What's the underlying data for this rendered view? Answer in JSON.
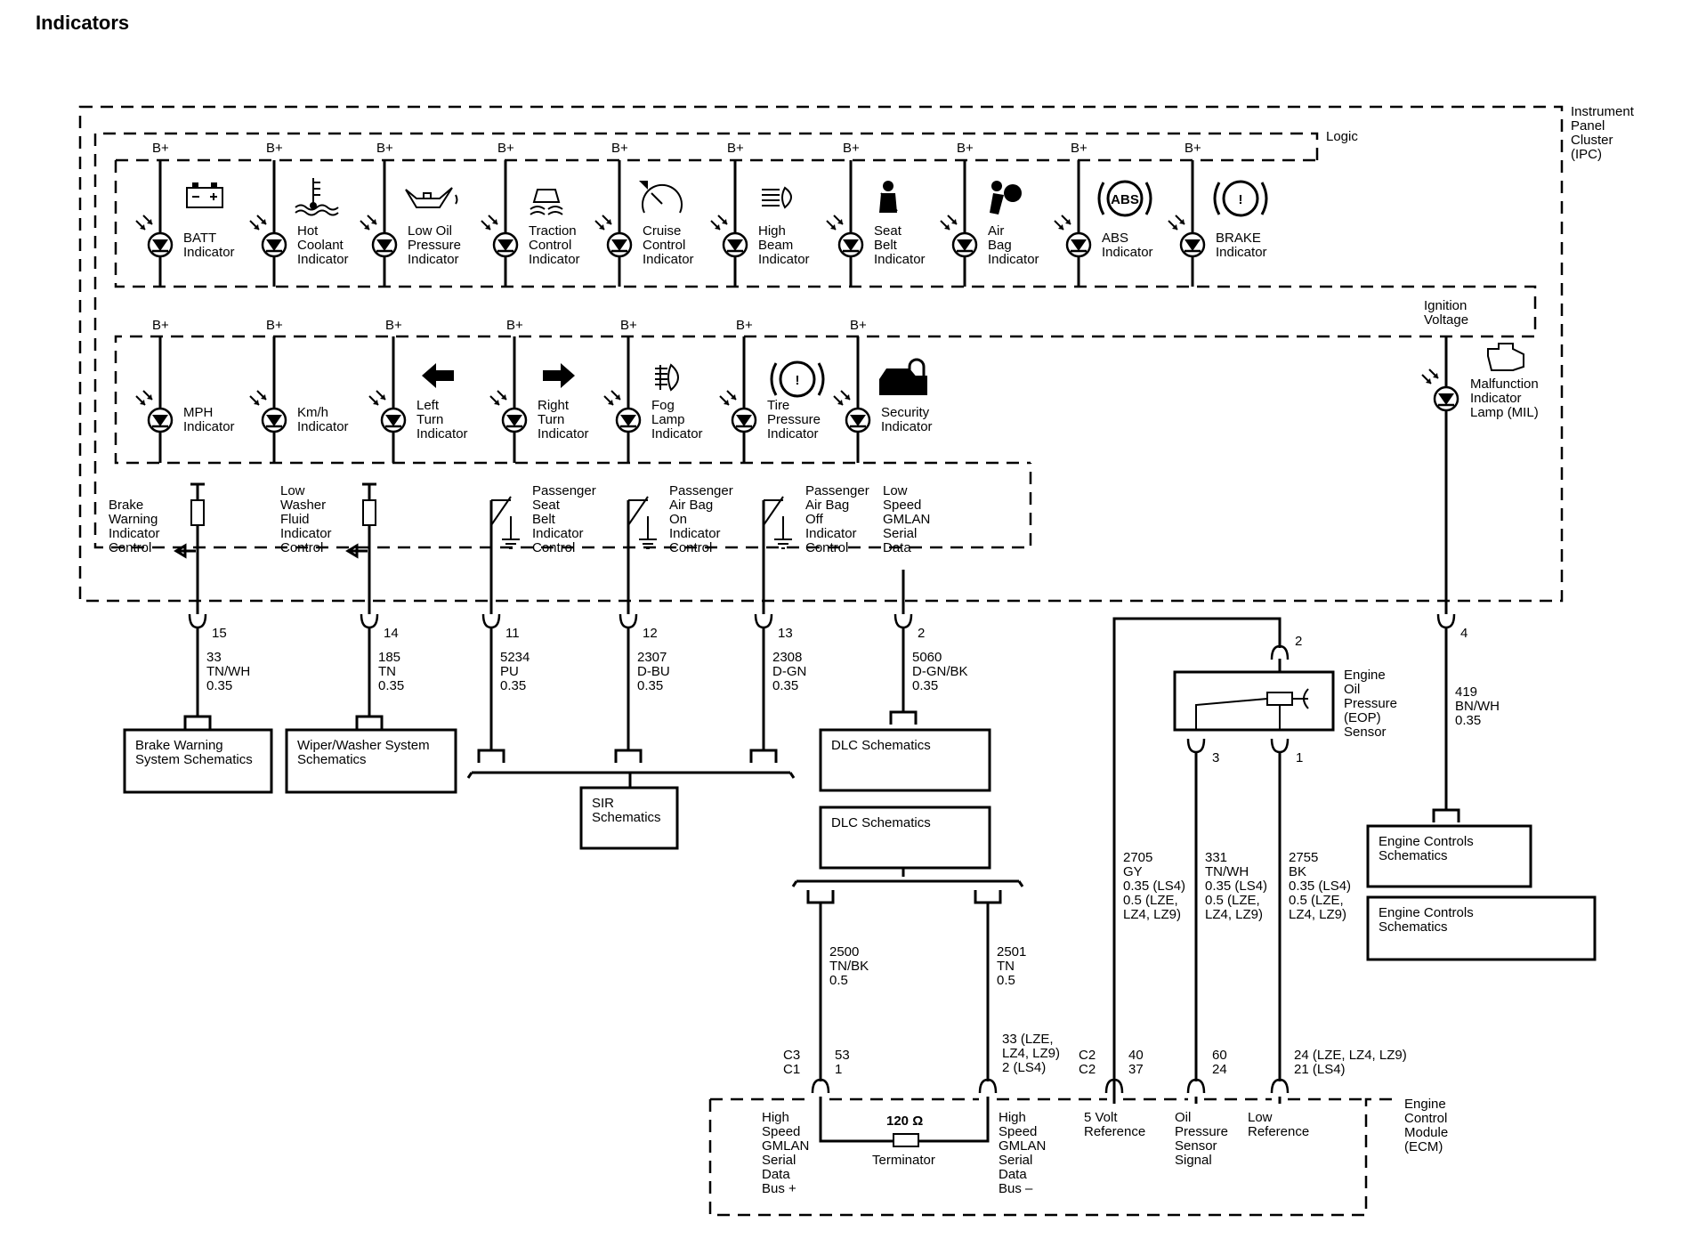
{
  "title": "Indicators",
  "ipc_label": [
    "Instrument",
    "Panel",
    "Cluster",
    "(IPC)"
  ],
  "logic_label": "Logic",
  "ignition_label": [
    "Ignition",
    "Voltage"
  ],
  "bplus": "B+",
  "row1_indicators": [
    {
      "icon": "battery-icon",
      "label": [
        "BATT",
        "Indicator"
      ]
    },
    {
      "icon": "coolant-icon",
      "label": [
        "Hot",
        "Coolant",
        "Indicator"
      ]
    },
    {
      "icon": "oil-can-icon",
      "label": [
        "Low Oil",
        "Pressure",
        "Indicator"
      ]
    },
    {
      "icon": "traction-icon",
      "label": [
        "Traction",
        "Control",
        "Indicator"
      ]
    },
    {
      "icon": "cruise-icon",
      "label": [
        "Cruise",
        "Control",
        "Indicator"
      ]
    },
    {
      "icon": "high-beam-icon",
      "label": [
        "High",
        "Beam",
        "Indicator"
      ]
    },
    {
      "icon": "seat-belt-icon",
      "label": [
        "Seat",
        "Belt",
        "Indicator"
      ]
    },
    {
      "icon": "air-bag-icon",
      "label": [
        "Air",
        "Bag",
        "Indicator"
      ]
    },
    {
      "icon": "abs-icon",
      "icon_text": "ABS",
      "label": [
        "ABS",
        "Indicator"
      ]
    },
    {
      "icon": "brake-icon",
      "icon_text": "!",
      "label": [
        "BRAKE",
        "Indicator"
      ]
    }
  ],
  "row2_indicators": [
    {
      "icon": "",
      "label": [
        "MPH",
        "Indicator"
      ]
    },
    {
      "icon": "",
      "label": [
        "Km/h",
        "Indicator"
      ]
    },
    {
      "icon": "left-arrow-icon",
      "label": [
        "Left",
        "Turn",
        "Indicator"
      ]
    },
    {
      "icon": "right-arrow-icon",
      "label": [
        "Right",
        "Turn",
        "Indicator"
      ]
    },
    {
      "icon": "fog-lamp-icon",
      "label": [
        "Fog",
        "Lamp",
        "Indicator"
      ]
    },
    {
      "icon": "tire-pressure-icon",
      "icon_text": "!",
      "label": [
        "Tire",
        "Pressure",
        "Indicator"
      ]
    },
    {
      "icon": "security-icon",
      "label": [
        "Security",
        "Indicator"
      ]
    }
  ],
  "mil": {
    "label": [
      "Malfunction",
      "Indicator",
      "Lamp (MIL)"
    ]
  },
  "controls": [
    {
      "label": [
        "Brake",
        "Warning",
        "Indicator",
        "Control"
      ]
    },
    {
      "label": [
        "Low",
        "Washer",
        "Fluid",
        "Indicator",
        "Control"
      ]
    },
    {
      "label": [
        "Passenger",
        "Seat",
        "Belt",
        "Indicator",
        "Control"
      ]
    },
    {
      "label": [
        "Passenger",
        "Air Bag",
        "On",
        "Indicator",
        "Control"
      ]
    },
    {
      "label": [
        "Passenger",
        "Air Bag",
        "Off",
        "Indicator",
        "Control"
      ]
    },
    {
      "label": [
        "Low",
        "Speed",
        "GMLAN",
        "Serial",
        "Data"
      ]
    }
  ],
  "ipc_connectors": [
    {
      "pin": "15",
      "wire": [
        "33",
        "TN/WH",
        "0.35"
      ]
    },
    {
      "pin": "14",
      "wire": [
        "185",
        "TN",
        "0.35"
      ]
    },
    {
      "pin": "11",
      "wire": [
        "5234",
        "PU",
        "0.35"
      ]
    },
    {
      "pin": "12",
      "wire": [
        "2307",
        "D-BU",
        "0.35"
      ]
    },
    {
      "pin": "13",
      "wire": [
        "2308",
        "D-GN",
        "0.35"
      ]
    },
    {
      "pin": "2",
      "wire": [
        "5060",
        "D-GN/BK",
        "0.35"
      ]
    },
    {
      "pin": "4",
      "wire": [
        "419",
        "BN/WH",
        "0.35"
      ]
    }
  ],
  "ref_boxes": {
    "brake_warning": [
      "Brake Warning",
      "System Schematics"
    ],
    "wiper_washer": [
      "Wiper/Washer System",
      "Schematics"
    ],
    "sir": [
      "SIR",
      "Schematics"
    ],
    "dlc1": "DLC Schematics",
    "dlc2": "DLC Schematics",
    "engine_controls1": [
      "Engine Controls",
      "Schematics"
    ],
    "engine_controls2": [
      "Engine Controls",
      "Schematics"
    ]
  },
  "eop_sensor": {
    "label": [
      "Engine",
      "Oil",
      "Pressure",
      "(EOP)",
      "Sensor"
    ],
    "pins": [
      "2",
      "3",
      "1"
    ]
  },
  "eop_wires": [
    {
      "text": [
        "2705",
        "GY",
        "0.35 (LS4)",
        "0.5 (LZE,",
        "LZ4, LZ9)"
      ]
    },
    {
      "text": [
        "331",
        "TN/WH",
        "0.35 (LS4)",
        "0.5 (LZE,",
        "LZ4, LZ9)"
      ]
    },
    {
      "text": [
        "2755",
        "BK",
        "0.35 (LS4)",
        "0.5 (LZE,",
        "LZ4, LZ9)"
      ]
    }
  ],
  "gmlan_wires": [
    {
      "text": [
        "2500",
        "TN/BK",
        "0.5"
      ]
    },
    {
      "text": [
        "2501",
        "TN",
        "0.5"
      ]
    }
  ],
  "ecm": {
    "label": [
      "Engine",
      "Control",
      "Module",
      "(ECM)"
    ],
    "connectors": [
      {
        "conn": [
          "C3",
          "C1"
        ],
        "pin": [
          "53",
          "1"
        ]
      },
      {
        "pin": [
          "33 (LZE,",
          "LZ4, LZ9)",
          "2 (LS4)"
        ]
      },
      {
        "conn": [
          "C2",
          "C2"
        ],
        "pin": [
          "40",
          "37"
        ]
      },
      {
        "pin": [
          "60",
          "24"
        ]
      },
      {
        "pin": [
          "24 (LZE, LZ4, LZ9)",
          "21 (LS4)"
        ]
      }
    ],
    "terminator": {
      "value": "120 Ω",
      "label": "Terminator"
    },
    "signals": [
      [
        "High",
        "Speed",
        "GMLAN",
        "Serial",
        "Data",
        "Bus +"
      ],
      [
        "High",
        "Speed",
        "GMLAN",
        "Serial",
        "Data",
        "Bus –"
      ],
      [
        "5 Volt",
        "Reference"
      ],
      [
        "Oil",
        "Pressure",
        "Sensor",
        "Signal"
      ],
      [
        "Low",
        "Reference"
      ]
    ]
  }
}
